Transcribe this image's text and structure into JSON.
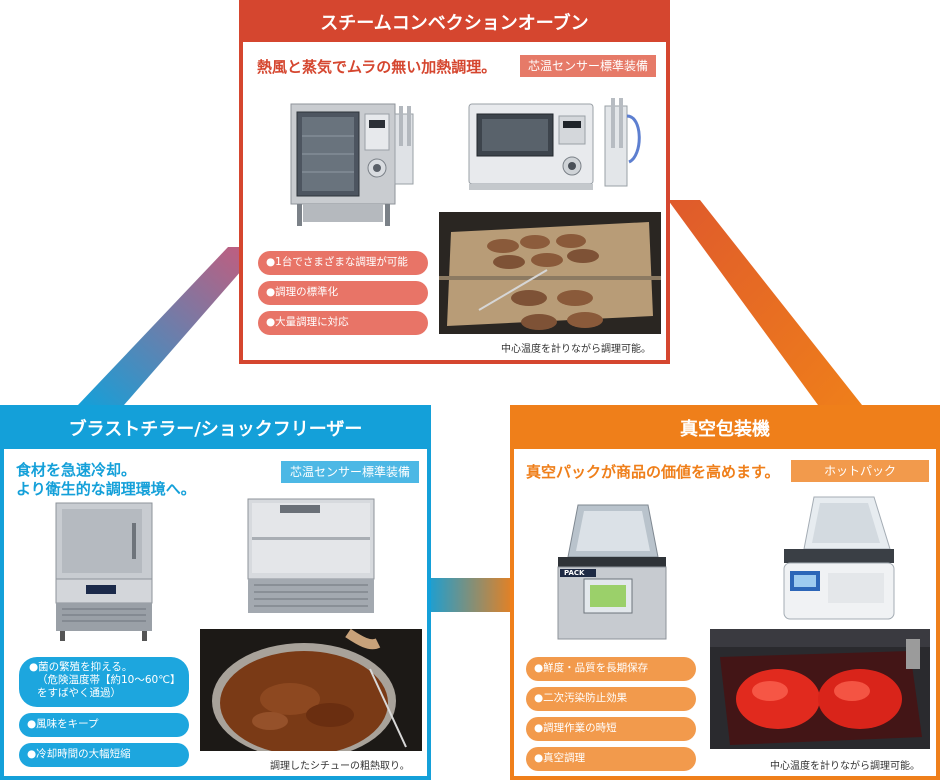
{
  "colors": {
    "oven": "#d5462f",
    "chiller": "#14a0d9",
    "vacuum": "#ef7f1a"
  },
  "oven": {
    "title": "スチームコンベクションオーブン",
    "tagline": "熱風と蒸気でムラの無い加熱調理。",
    "badge": "芯温センサー標準装備",
    "features": [
      "●1台でさまざまな調理が可能",
      "●調理の標準化",
      "●大量調理に対応"
    ],
    "caption": "中心温度を計りながら調理可能。"
  },
  "chiller": {
    "title": "ブラストチラー/ショックフリーザー",
    "tagline_1": "食材を急速冷却。",
    "tagline_2": "より衛生的な調理環境へ。",
    "badge": "芯温センサー標準装備",
    "features": [
      "●菌の繁殖を抑える。",
      "（危険温度帯【約10〜60℃】",
      "をすばやく通過）",
      "●風味をキープ",
      "●冷却時間の大幅短縮"
    ],
    "caption": "調理したシチューの粗熱取り。"
  },
  "vacuum": {
    "title": "真空包装機",
    "tagline": "真空パックが商品の価値を高めます。",
    "badge": "ホットパック",
    "features": [
      "●鮮度・品質を長期保存",
      "●二次汚染防止効果",
      "●調理作業の時短",
      "●真空調理"
    ],
    "caption": "中心温度を計りながら調理可能。",
    "brand_label": "PACK"
  }
}
